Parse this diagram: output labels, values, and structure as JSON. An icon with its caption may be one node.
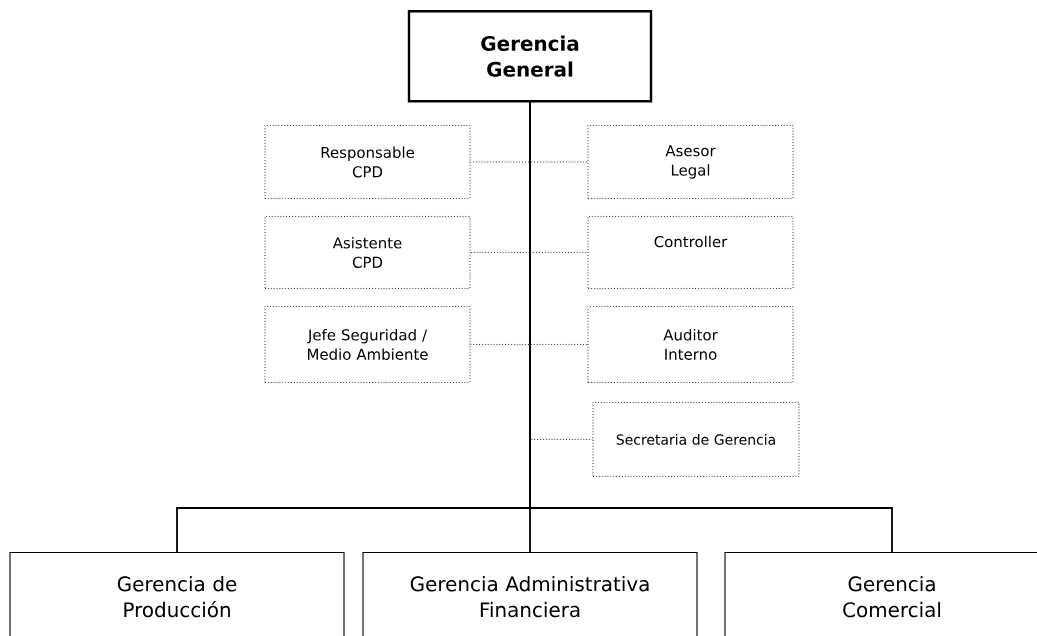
{
  "diagram": {
    "nodes": [
      {
        "text": [
          "Gerencia General"
        ]
      },
      {
        "text": [
          "Responsable CPD"
        ]
      },
      {
        "text": [
          "Asesor Legal"
        ]
      },
      {
        "text": [
          "Asistente CPD"
        ]
      },
      {
        "text": [
          "Controller"
        ]
      },
      {
        "text": [
          "Jefe Seguridad / Medio Ambiente"
        ]
      },
      {
        "text": [
          "Auditor Interno"
        ]
      },
      {
        "text": [
          "Secretaria de Gerencia"
        ]
      },
      {
        "text": [
          "Gerencia de Producción"
        ]
      },
      {
        "text": [
          "Gerencia Administrativa Financiera"
        ]
      },
      {
        "text": [
          "Gerencia Comercial"
        ]
      }
    ],
    "edges": [
      {
        "from": 0,
        "to": 1,
        "arrow": "none",
        "style": "dashed"
      },
      {
        "from": 0,
        "to": 2,
        "arrow": "none",
        "style": "dashed"
      },
      {
        "from": 0,
        "to": 3,
        "arrow": "none",
        "style": "dashed"
      },
      {
        "from": 0,
        "to": 4,
        "arrow": "none",
        "style": "dashed"
      },
      {
        "from": 0,
        "to": 5,
        "arrow": "none",
        "style": "dashed"
      },
      {
        "from": 0,
        "to": 6,
        "arrow": "none",
        "style": "dashed"
      },
      {
        "from": 0,
        "to": 7,
        "arrow": "none",
        "style": "dashed"
      },
      {
        "from": 0,
        "to": 8,
        "arrow": "none"
      },
      {
        "from": 0,
        "to": 9,
        "arrow": "none"
      },
      {
        "from": 0,
        "to": 10,
        "arrow": "none"
      }
    ]
  }
}
